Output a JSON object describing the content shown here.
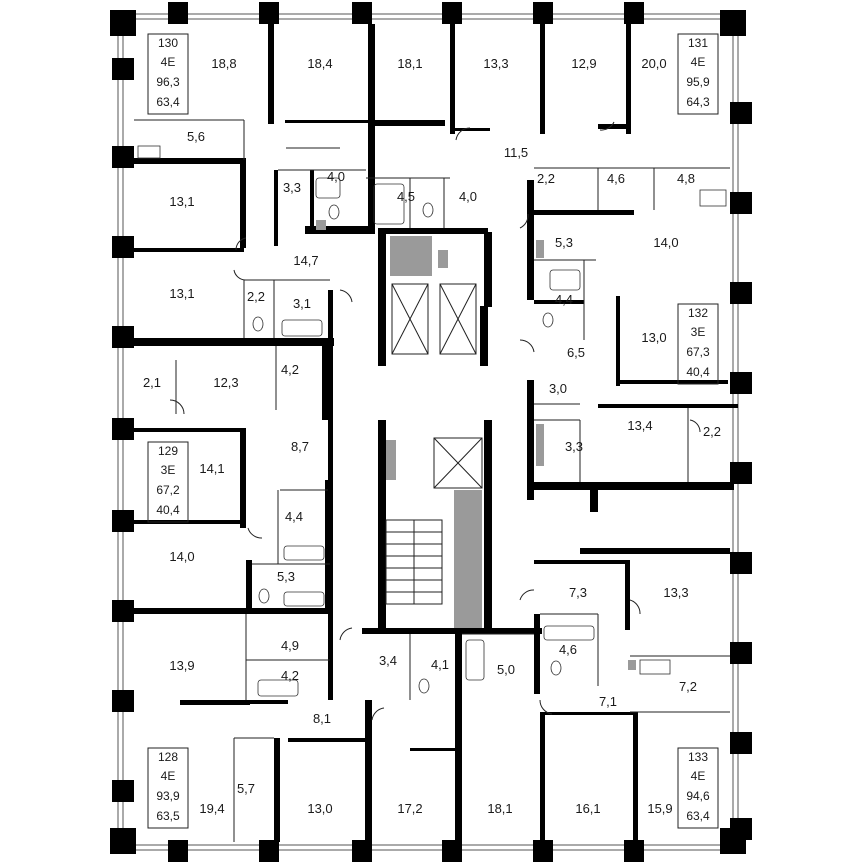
{
  "colors": {
    "wall": "#000000",
    "shaft": "#9a9a9a",
    "line": "#222222"
  },
  "apartments": [
    {
      "number": "130",
      "type": "4E",
      "total_area": "96,3",
      "living_area": "63,4"
    },
    {
      "number": "131",
      "type": "4E",
      "total_area": "95,9",
      "living_area": "64,3"
    },
    {
      "number": "132",
      "type": "3E",
      "total_area": "67,3",
      "living_area": "40,4"
    },
    {
      "number": "129",
      "type": "3E",
      "total_area": "67,2",
      "living_area": "40,4"
    },
    {
      "number": "128",
      "type": "4E",
      "total_area": "93,9",
      "living_area": "63,5"
    },
    {
      "number": "133",
      "type": "4E",
      "total_area": "94,6",
      "living_area": "63,4"
    }
  ],
  "rooms": [
    "18,8",
    "18,4",
    "18,1",
    "13,3",
    "12,9",
    "20,0",
    "5,6",
    "11,5",
    "13,1",
    "3,3",
    "4,0",
    "4,5",
    "4,0",
    "2,2",
    "4,6",
    "4,8",
    "5,3",
    "14,0",
    "14,7",
    "13,1",
    "2,2",
    "3,1",
    "4,4",
    "6,5",
    "13,0",
    "4,2",
    "2,1",
    "12,3",
    "3,0",
    "13,4",
    "2,2",
    "8,7",
    "3,3",
    "14,1",
    "4,4",
    "14,0",
    "5,3",
    "7,3",
    "13,3",
    "4,9",
    "13,9",
    "4,6",
    "3,4",
    "4,1",
    "5,0",
    "4,2",
    "7,2",
    "7,1",
    "8,1",
    "5,7",
    "19,4",
    "13,0",
    "17,2",
    "18,1",
    "16,1",
    "15,9"
  ]
}
